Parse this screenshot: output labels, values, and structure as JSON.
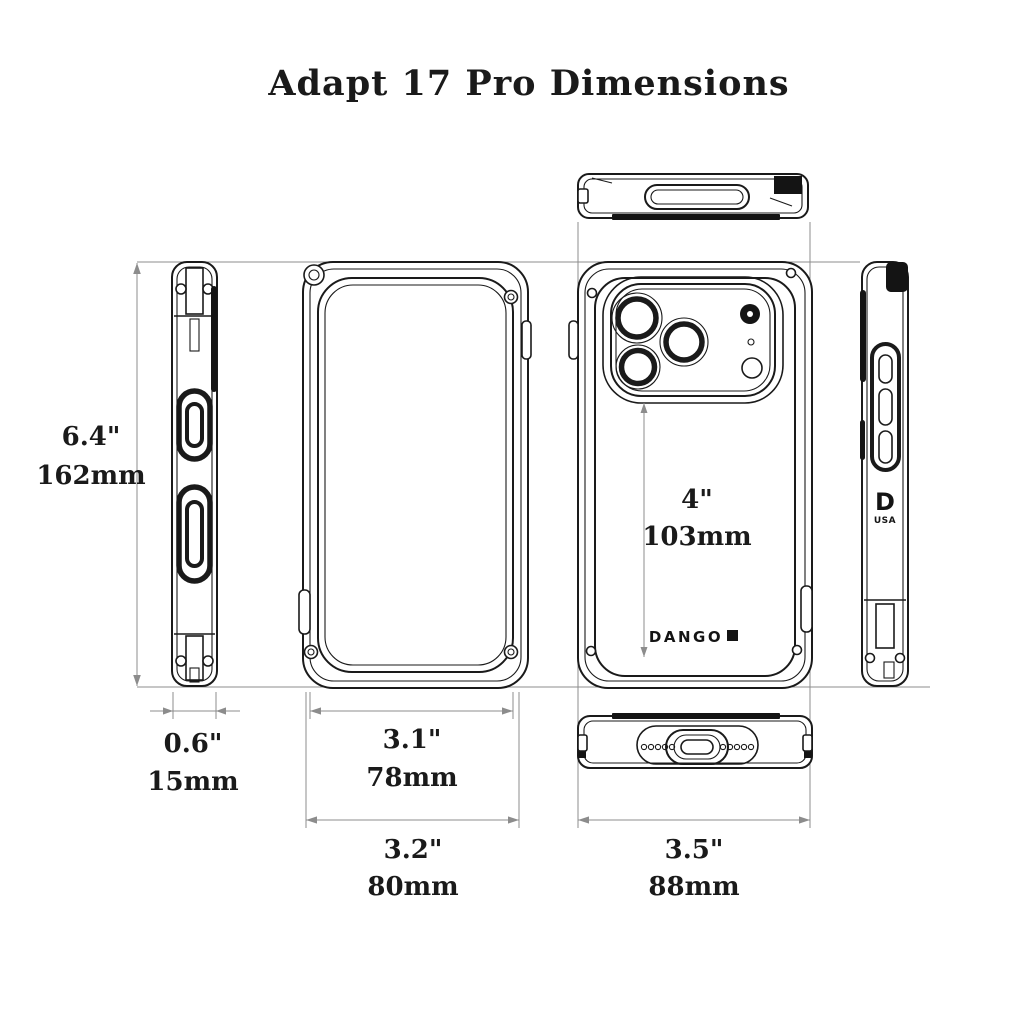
{
  "title": "Adapt 17 Pro Dimensions",
  "dimensions": {
    "height_in": "6.4\"",
    "height_mm": "162mm",
    "thickness_in": "0.6\"",
    "thickness_mm": "15mm",
    "screen_width_in": "3.1\"",
    "screen_width_mm": "78mm",
    "camera_span_in": "4\"",
    "camera_span_mm": "103mm",
    "body_width_in": "3.2\"",
    "body_width_mm": "80mm",
    "overall_depth_in": "3.5\"",
    "overall_depth_mm": "88mm"
  },
  "branding": {
    "back_logo": "DANGO",
    "side_logo_letter": "D",
    "side_logo_country": "USA"
  },
  "colors": {
    "line": "#1a1a1a",
    "dimension_line": "#8c8c8c",
    "background": "#ffffff",
    "text": "#1a1a1a"
  }
}
